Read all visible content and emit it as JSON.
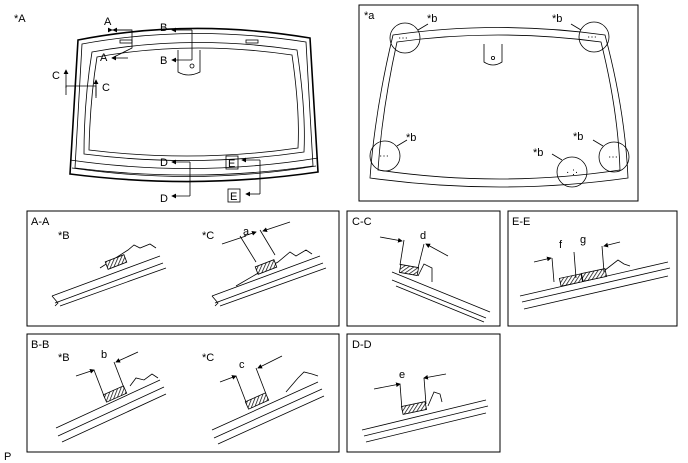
{
  "figure": {
    "main_label": "*A",
    "inset_label": "*a",
    "footer_code": "P",
    "section_marks": {
      "A_left_top": "A",
      "A_left_bottom": "A",
      "B_top": "B",
      "B_bottom": "B",
      "C_left": "C",
      "C_right": "C",
      "D_top": "D",
      "D_bottom": "D",
      "E_top": "E",
      "E_bottom": "E"
    },
    "inset_marks": [
      "*b",
      "*b",
      "*b",
      "*b",
      "*b"
    ],
    "panels": {
      "aa": {
        "title": "A-A",
        "left_tag": "*B",
        "right_tag": "*C",
        "dim": "a"
      },
      "cc": {
        "title": "C-C",
        "dim": "d"
      },
      "ee": {
        "title": "E-E",
        "dim_left": "f",
        "dim_right": "g"
      },
      "bb": {
        "title": "B-B",
        "left_tag": "*B",
        "left_dim": "b",
        "right_tag": "*C",
        "right_dim": "c"
      },
      "dd": {
        "title": "D-D",
        "dim": "e"
      }
    }
  }
}
